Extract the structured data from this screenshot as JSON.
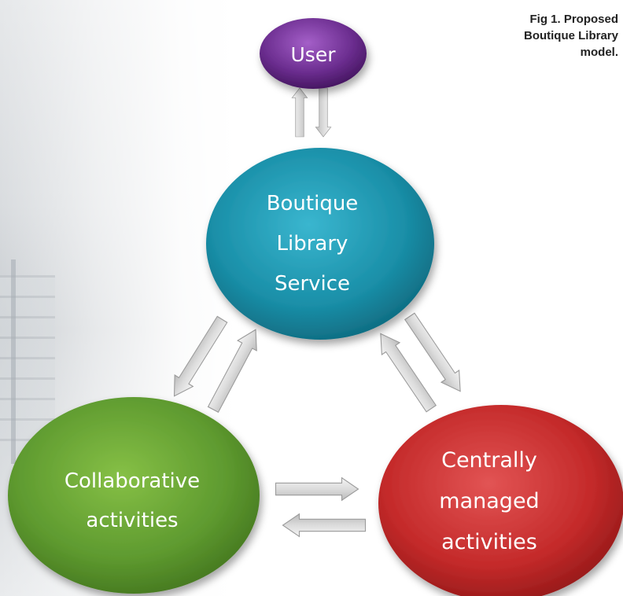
{
  "caption": {
    "line1": "Fig 1. Proposed",
    "line2": "Boutique Library",
    "line3": "model."
  },
  "nodes": {
    "user": {
      "label": "User",
      "color": "#6b2d8f"
    },
    "service": {
      "lines": [
        "Boutique",
        "Library",
        "Service"
      ],
      "color": "#1a8fa8"
    },
    "collaborative": {
      "lines": [
        "Collaborative",
        "activities"
      ],
      "color": "#5e9a2f"
    },
    "central": {
      "lines": [
        "Centrally",
        "managed",
        "activities"
      ],
      "color": "#c42a2a"
    }
  },
  "arrow_color": "#d6d6d6"
}
